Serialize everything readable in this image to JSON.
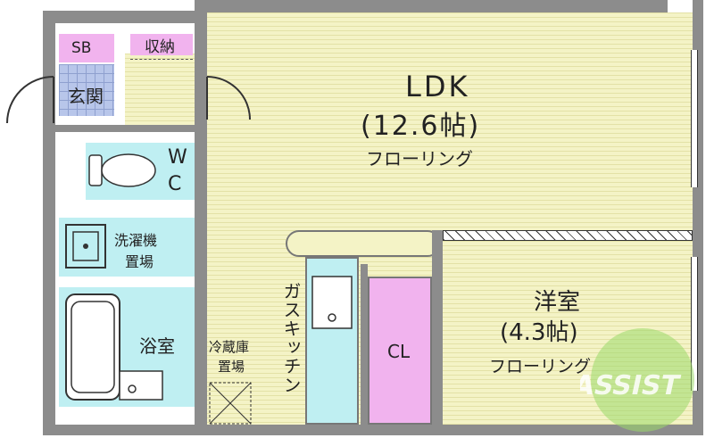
{
  "rooms": {
    "ldk": {
      "name": "LDK",
      "size": "(12.6帖)",
      "floor": "フローリング"
    },
    "yoshitsu": {
      "name": "洋室",
      "size": "(4.3帖)",
      "floor": "フローリング"
    },
    "sb": "SB",
    "shuno": "収納",
    "genkan": "玄関",
    "wc": [
      "W",
      "C"
    ],
    "sentakuki": [
      "洗濯機",
      "置場"
    ],
    "yokushitsu": "浴室",
    "reizoko": [
      "冷蔵庫",
      "置場"
    ],
    "kitchen": "ガスキッチン",
    "closet": "CL"
  },
  "watermark": "ASSIST",
  "colors": {
    "floor": "#f4f3c6",
    "wet_area": "#bfeff2",
    "storage": "#f1b3ee",
    "wall": "#8c8c8c",
    "logo": "#9bd96a"
  }
}
